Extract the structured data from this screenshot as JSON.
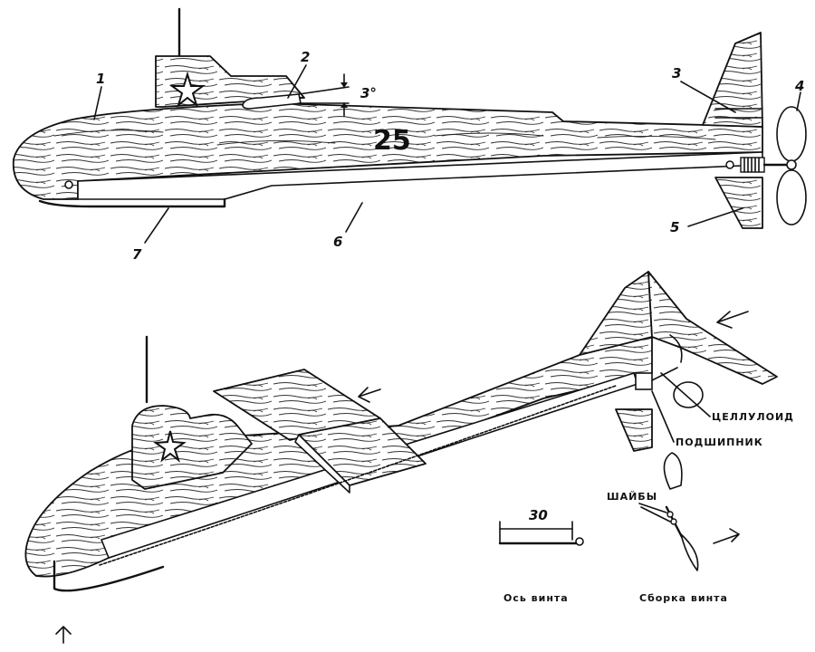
{
  "side_view": {
    "hull_number": "25",
    "angle_label": "3°",
    "callouts": [
      "1",
      "2",
      "3",
      "4",
      "5",
      "6",
      "7"
    ]
  },
  "perspective_view": {
    "label_celluloid": "ЦЕЛЛУЛОИД",
    "label_bearing": "ПОДШИПНИК",
    "label_washers": "ШАЙБЫ",
    "dimension_30": "30",
    "caption_prop_axis": "Ось винта",
    "caption_prop_assembly": "Сборка винта"
  }
}
